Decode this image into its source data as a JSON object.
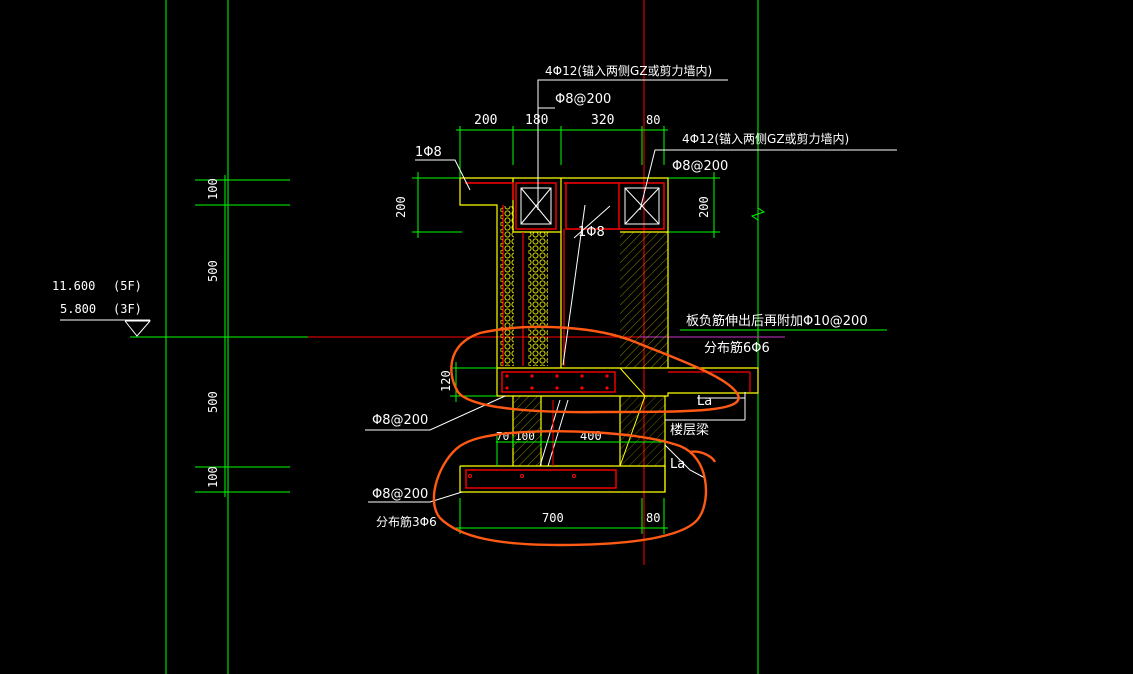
{
  "colors": {
    "background": "#000000",
    "axis_green": "#00ff00",
    "axis_red": "#ff0000",
    "outline_yellow": "#ffff00",
    "rebar_red": "#ff0000",
    "dimension_green": "#00cc33",
    "leader_white": "#ffffff",
    "markup_orange": "#ff5a14",
    "magenta": "#cc33cc"
  },
  "labels": {
    "rebar_top_main": "4Φ12(锚入两侧GZ或剪力墙内)",
    "stirrup_top": "Φ8@200",
    "rebar_right_main": "4Φ12(锚入两侧GZ或剪力墙内)",
    "stirrup_right": "Φ8@200",
    "tie_left": "1Φ8",
    "tie_mid": "1Φ8",
    "slab_note": "板负筋伸出后再附加Φ10@200",
    "slab_dist": "分布筋6Φ6",
    "slab_stirrup": "Φ8@200",
    "lower_stirrup": "Φ8@200",
    "lower_dist": "分布筋3Φ6",
    "floor_beam": "楼层梁",
    "anchor_la_1": "La",
    "anchor_la_2": "La"
  },
  "dimensions": {
    "top_200": "200",
    "top_180": "180",
    "top_320": "320",
    "top_80": "80",
    "left_200": "200",
    "right_200": "200",
    "slab_120": "120",
    "mid_70": "70",
    "mid_100": "100",
    "mid_400": "400",
    "bot_700": "700",
    "bot_80": "80",
    "side_100_top": "100",
    "side_500_top": "500",
    "side_500_bot": "500",
    "side_100_bot": "100"
  },
  "elevations": {
    "level_upper": "11.600",
    "floor_upper": "(5F)",
    "level_lower": "5.800",
    "floor_lower": "(3F)"
  }
}
